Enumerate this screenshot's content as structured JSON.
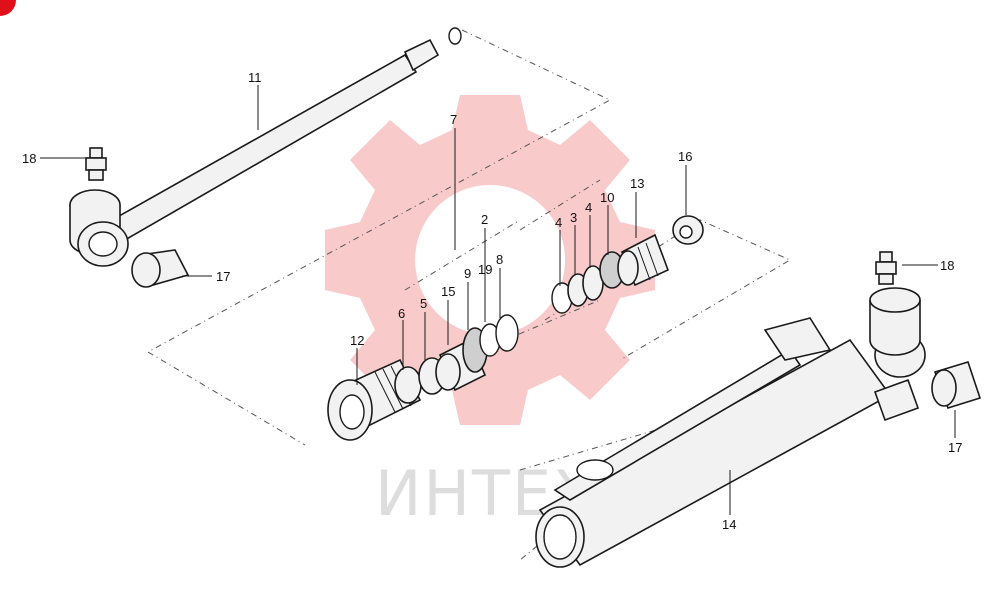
{
  "watermark": {
    "text": "ИНТЕХ",
    "color": "#f28a8a"
  },
  "labels": {
    "l11": "11",
    "l18a": "18",
    "l17a": "17",
    "l7": "7",
    "l2": "2",
    "l9": "9",
    "l19": "19",
    "l8": "8",
    "l15": "15",
    "l5": "5",
    "l6": "6",
    "l12": "12",
    "l4a": "4",
    "l3": "3",
    "l4b": "4",
    "l10": "10",
    "l13": "13",
    "l16": "16",
    "l18b": "18",
    "l17b": "17",
    "l14": "14"
  },
  "corner_badge_color": "#e0101a"
}
